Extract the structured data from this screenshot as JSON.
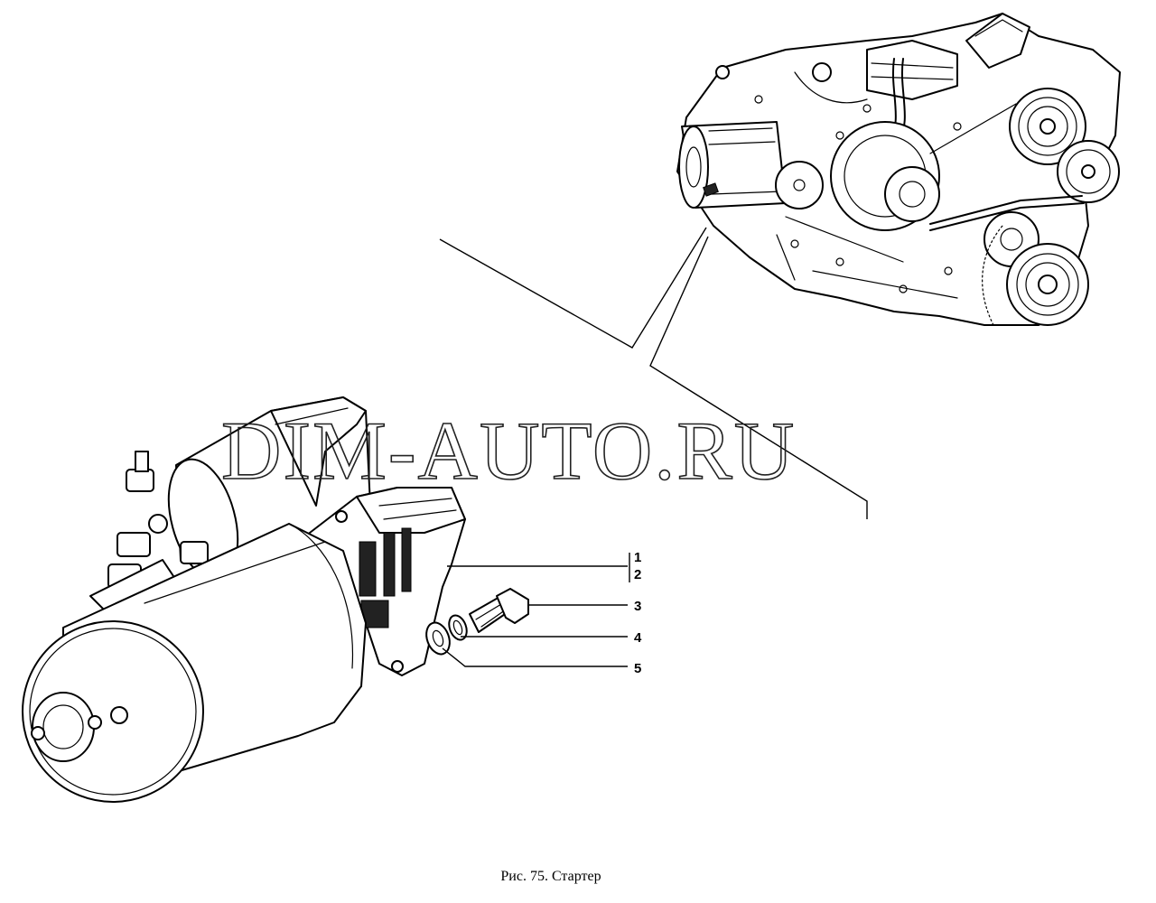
{
  "figure": {
    "caption": "Рис. 75. Стартер",
    "watermark": "DIM-AUTO.RU",
    "callouts": [
      {
        "id": "1",
        "label": "1"
      },
      {
        "id": "2",
        "label": "2"
      },
      {
        "id": "3",
        "label": "3"
      },
      {
        "id": "4",
        "label": "4"
      },
      {
        "id": "5",
        "label": "5"
      }
    ],
    "colors": {
      "ink": "#000000",
      "background": "#ffffff"
    }
  }
}
